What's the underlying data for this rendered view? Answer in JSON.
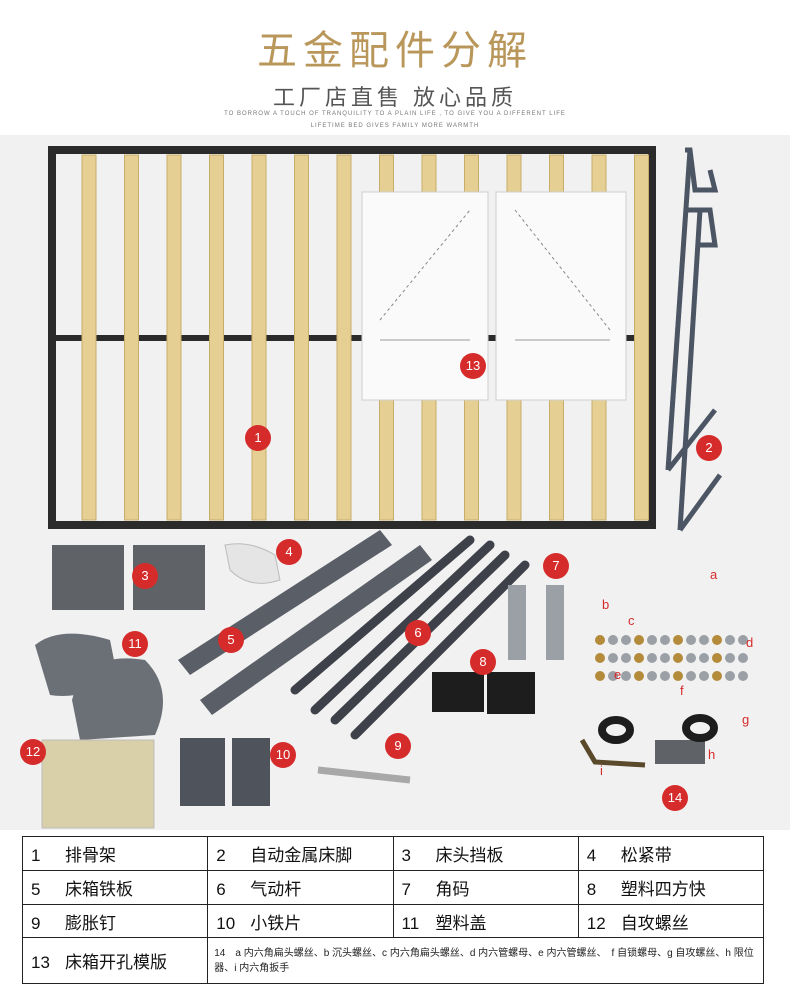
{
  "header": {
    "title": "五金配件分解",
    "subtitle": "工厂店直售 放心品质",
    "english_line1": "TO BORROW A TOUCH OF TRANQUILITY TO A PLAIN LIFE , TO GIVE YOU A DIFFERENT LIFE",
    "english_line2": "LIFETIME BED GIVES FAMILY MORE WARMTH"
  },
  "callouts": {
    "n1": "1",
    "n2": "2",
    "n3": "3",
    "n4": "4",
    "n5": "5",
    "n6": "6",
    "n7": "7",
    "n8": "8",
    "n9": "9",
    "n10": "10",
    "n11": "11",
    "n12": "12",
    "n13": "13",
    "n14": "14",
    "a": "a",
    "b": "b",
    "c": "c",
    "d": "d",
    "e": "e",
    "f": "f",
    "g": "g",
    "h": "h",
    "i": "i"
  },
  "legend": {
    "r1": [
      {
        "num": "1",
        "name": "排骨架"
      },
      {
        "num": "2",
        "name": "自动金属床脚"
      },
      {
        "num": "3",
        "name": "床头挡板"
      },
      {
        "num": "4",
        "name": "松紧带"
      }
    ],
    "r2": [
      {
        "num": "5",
        "name": "床箱铁板"
      },
      {
        "num": "6",
        "name": "气动杆"
      },
      {
        "num": "7",
        "name": "角码"
      },
      {
        "num": "8",
        "name": "塑料四方快"
      }
    ],
    "r3": [
      {
        "num": "9",
        "name": "膨胀钉"
      },
      {
        "num": "10",
        "name": "小铁片"
      },
      {
        "num": "11",
        "name": "塑料盖"
      },
      {
        "num": "12",
        "name": "自攻螺丝"
      }
    ],
    "r4": {
      "num": "13",
      "name": "床箱开孔模版",
      "note": "14　a 内六角扁头螺丝、b 沉头螺丝、c 内六角扁头螺丝、d 内六管螺母、e 内六管螺丝、　f 自锁螺母、g 自攻螺丝、h 限位器、i 内六角扳手"
    }
  }
}
